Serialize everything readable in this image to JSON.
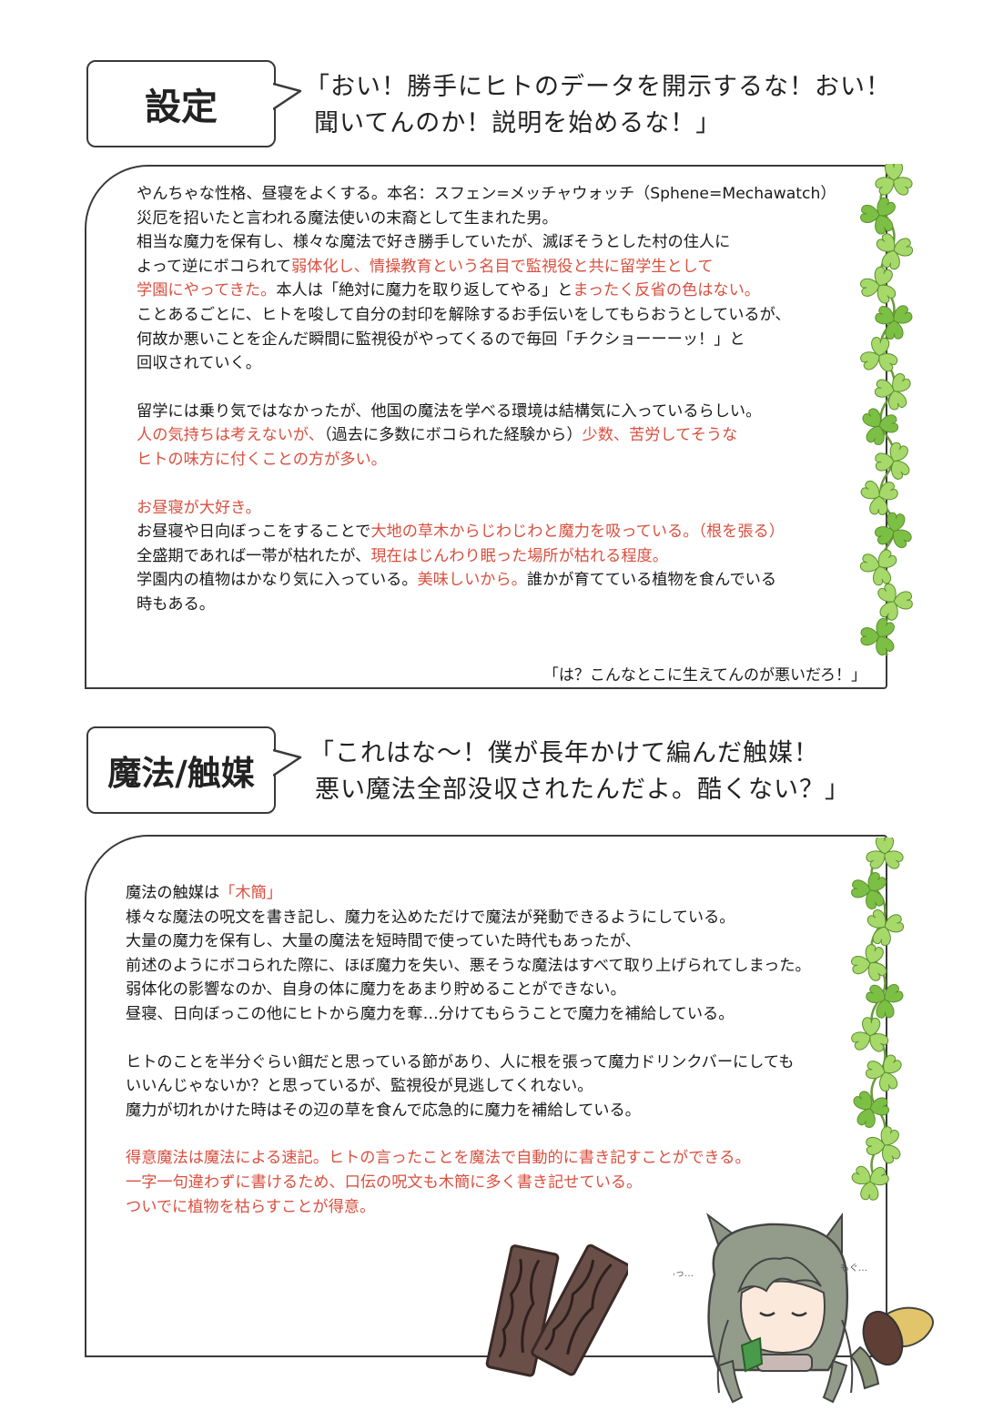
{
  "section1": {
    "tag": "設定",
    "quote": [
      "「おい！勝手にヒトのデータを開示するな！おい！",
      "聞いてんのか！説明を始めるな！」"
    ],
    "paragraphs": [
      [
        [
          {
            "t": "やんちゃな性格、昼寝をよくする。本名：スフェン=メッチャウォッチ（Sphene=Mechawatch）"
          }
        ],
        [
          {
            "t": "災厄を招いたと言われる魔法使いの末裔として生まれた男。"
          }
        ],
        [
          {
            "t": "相当な魔力を保有し、様々な魔法で好き勝手していたが、滅ぼそうとした村の住人に"
          }
        ],
        [
          {
            "t": "よって逆にボコられて"
          },
          {
            "t": "弱体化し、情操教育という名目で監視役と共に留学生として",
            "red": true
          }
        ],
        [
          {
            "t": "学園にやってきた。",
            "red": true
          },
          {
            "t": "本人は「絶対に魔力を取り返してやる」と"
          },
          {
            "t": "まったく反省の色はない。",
            "red": true
          }
        ],
        [
          {
            "t": "ことあるごとに、ヒトを唆して自分の封印を解除するお手伝いをしてもらおうとしているが、"
          }
        ],
        [
          {
            "t": "何故か悪いことを企んだ瞬間に監視役がやってくるので毎回「チクショーーーッ！」と"
          }
        ],
        [
          {
            "t": "回収されていく。"
          }
        ]
      ],
      [
        [
          {
            "t": "留学には乗り気ではなかったが、他国の魔法を学べる環境は結構気に入っているらしい。"
          }
        ],
        [
          {
            "t": "人の気持ちは考えないが、",
            "red": true
          },
          {
            "t": "（過去に多数にボコられた経験から）"
          },
          {
            "t": "少数、苦労してそうな",
            "red": true
          }
        ],
        [
          {
            "t": "ヒトの味方に付くことの方が多い。",
            "red": true
          }
        ]
      ],
      [
        [
          {
            "t": "お昼寝が大好き。",
            "red": true
          }
        ],
        [
          {
            "t": "お昼寝や日向ぼっこをすることで"
          },
          {
            "t": "大地の草木からじわじわと魔力を吸っている。（根を張る）",
            "red": true
          }
        ],
        [
          {
            "t": "全盛期であれば一帯が枯れたが、"
          },
          {
            "t": "現在はじんわり眠った場所が枯れる程度。",
            "red": true
          }
        ],
        [
          {
            "t": "学園内の植物はかなり気に入っている。"
          },
          {
            "t": "美味しいから。",
            "red": true
          },
          {
            "t": "誰かが育てている植物を食んでいる"
          }
        ],
        [
          {
            "t": "時もある。"
          }
        ]
      ]
    ],
    "signoff": "「は？こんなとこに生えてんのが悪いだろ！」"
  },
  "section2": {
    "tag": "魔法/触媒",
    "quote": [
      "「これはな〜！僕が長年かけて編んだ触媒！",
      "悪い魔法全部没収されたんだよ。酷くない？」"
    ],
    "paragraphs": [
      [
        [
          {
            "t": "魔法の触媒は"
          },
          {
            "t": "「木簡」",
            "red": true
          }
        ],
        [
          {
            "t": "様々な魔法の呪文を書き記し、魔力を込めただけで魔法が発動できるようにしている。"
          }
        ],
        [
          {
            "t": "大量の魔力を保有し、大量の魔法を短時間で使っていた時代もあったが、"
          }
        ],
        [
          {
            "t": "前述のようにボコられた際に、ほぼ魔力を失い、悪そうな魔法はすべて取り上げられてしまった。"
          }
        ],
        [
          {
            "t": "弱体化の影響なのか、自身の体に魔力をあまり貯めることができない。"
          }
        ],
        [
          {
            "t": "昼寝、日向ぼっこの他にヒトから魔力を奪…分けてもらうことで魔力を補給している。"
          }
        ]
      ],
      [
        [
          {
            "t": "ヒトのことを半分ぐらい餌だと思っている節があり、人に根を張って魔力ドリンクバーにしても"
          }
        ],
        [
          {
            "t": "いいんじゃないか？と思っているが、監視役が見逃してくれない。"
          }
        ],
        [
          {
            "t": "魔力が切れかけた時はその辺の草を食んで応急的に魔力を補給している。"
          }
        ]
      ],
      [
        [
          {
            "t": "得意魔法は魔法による速記。ヒトの言ったことを魔法で自動的に書き記すことができる。",
            "red": true
          }
        ],
        [
          {
            "t": "一字一句違わずに書けるため、口伝の呪文も木簡に多く書き記せている。",
            "red": true
          }
        ],
        [
          {
            "t": "ついでに植物を枯らすことが得意。",
            "red": true
          }
        ]
      ]
    ],
    "mumble": [
      "もぐ…",
      "もっ…"
    ]
  }
}
